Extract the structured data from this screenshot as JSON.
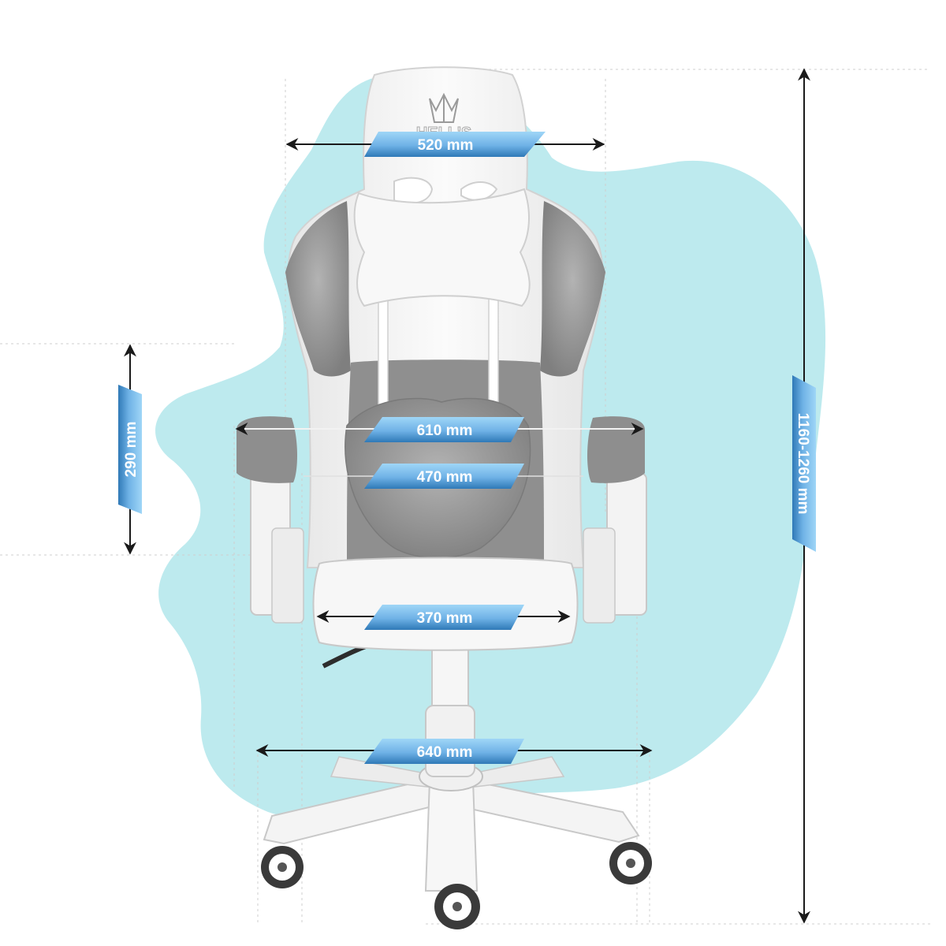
{
  "brand_text": "HELL'S",
  "dimensions": {
    "backrest_width": "520 mm",
    "armrest_width": "610 mm",
    "inner_width": "470 mm",
    "seat_width": "370 mm",
    "base_width": "640 mm",
    "armrest_height": "290 mm",
    "total_height": "1160-1260 mm"
  },
  "colors": {
    "blob": "#bdeaee",
    "tag_light": "#8ccbf3",
    "tag_dark": "#2f79b7",
    "fabric_grey": "#9a9a9a",
    "frame_white": "#f2f2f2",
    "arrow": "#1a1a1a"
  }
}
